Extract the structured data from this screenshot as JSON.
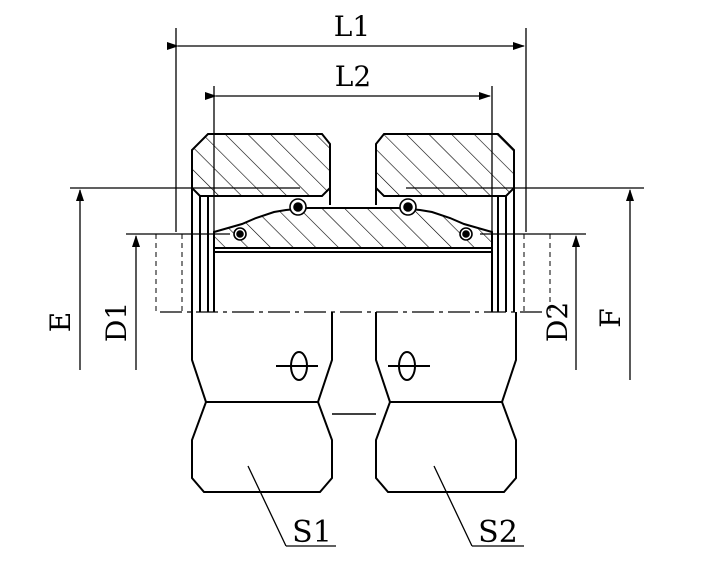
{
  "drawing": {
    "stroke_color": "#000000",
    "background": "#ffffff",
    "labels": {
      "L1": "L1",
      "L2": "L2",
      "E": "E",
      "D1": "D1",
      "D2": "D2",
      "F": "F",
      "S1": "S1",
      "S2": "S2"
    }
  }
}
